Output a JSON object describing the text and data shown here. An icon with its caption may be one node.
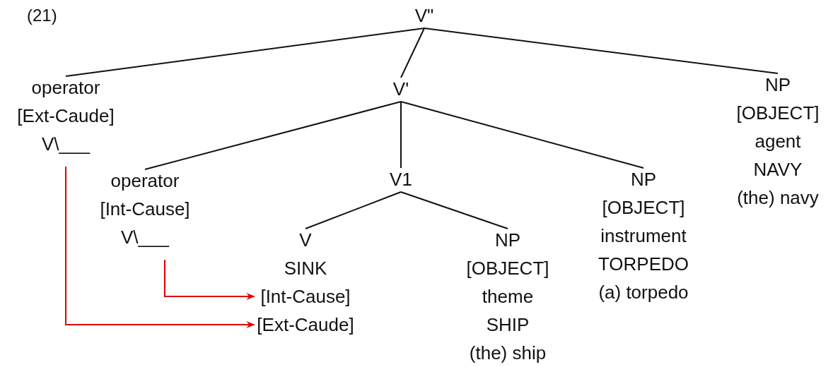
{
  "diagram": {
    "nodes": [
      {
        "text": [
          "V\""
        ]
      },
      {
        "text": [
          "operator",
          "[Ext-Caude]",
          "V\\___"
        ]
      },
      {
        "text": [
          "V'"
        ]
      },
      {
        "text": [
          "NP",
          "[OBJECT]",
          "agent",
          "NAVY",
          "(the) navy"
        ]
      },
      {
        "text": [
          "operator",
          "[Int-Cause]",
          "V\\___"
        ]
      },
      {
        "text": [
          "V1"
        ]
      },
      {
        "text": [
          "NP",
          "[OBJECT]",
          "instrument",
          "TORPEDO",
          "(a) torpedo"
        ]
      },
      {
        "text": [
          "V",
          "SINK",
          "[Int-Cause]",
          "[Ext-Caude]"
        ]
      },
      {
        "text": [
          "NP",
          "[OBJECT]",
          "theme",
          "SHIP",
          "(the) ship"
        ]
      }
    ],
    "edges": [
      {
        "from": 0,
        "to": 1,
        "arrow": "none"
      },
      {
        "from": 0,
        "to": 2,
        "arrow": "none"
      },
      {
        "from": 0,
        "to": 3,
        "arrow": "none"
      },
      {
        "from": 2,
        "to": 4,
        "arrow": "none"
      },
      {
        "from": 2,
        "to": 5,
        "arrow": "none"
      },
      {
        "from": 2,
        "to": 6,
        "arrow": "none"
      },
      {
        "from": 5,
        "to": 7,
        "arrow": "none"
      },
      {
        "from": 5,
        "to": 8,
        "arrow": "none"
      },
      {
        "from": 4,
        "to": 7,
        "arrow": "to",
        "color": "#e00000"
      },
      {
        "from": 1,
        "to": 7,
        "arrow": "to",
        "color": "#e00000"
      }
    ],
    "labels": [
      "(21)"
    ]
  }
}
